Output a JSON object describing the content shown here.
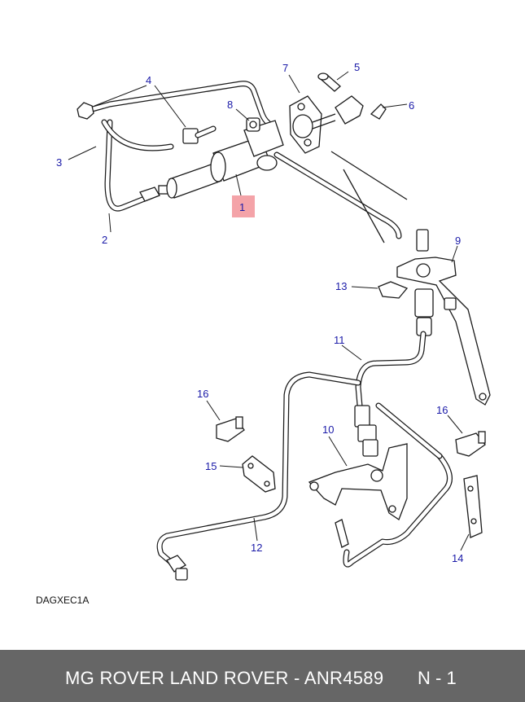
{
  "diagram": {
    "reference_code": "DAGXEC1A",
    "highlight_color": "#f4a3a8",
    "label_color": "#1a1aa8",
    "callouts": [
      {
        "id": "1",
        "text": "1",
        "highlighted": true
      },
      {
        "id": "2",
        "text": "2"
      },
      {
        "id": "3",
        "text": "3"
      },
      {
        "id": "4",
        "text": "4"
      },
      {
        "id": "5",
        "text": "5"
      },
      {
        "id": "6",
        "text": "6"
      },
      {
        "id": "7",
        "text": "7"
      },
      {
        "id": "8",
        "text": "8"
      },
      {
        "id": "9",
        "text": "9"
      },
      {
        "id": "10",
        "text": "10"
      },
      {
        "id": "11",
        "text": "11"
      },
      {
        "id": "12",
        "text": "12"
      },
      {
        "id": "13",
        "text": "13"
      },
      {
        "id": "14",
        "text": "14"
      },
      {
        "id": "15",
        "text": "15"
      },
      {
        "id": "16a",
        "text": "16"
      },
      {
        "id": "16b",
        "text": "16"
      }
    ]
  },
  "footer": {
    "title": "MG ROVER LAND ROVER - ANR4589",
    "page": "N - 1",
    "background": "#666666"
  }
}
